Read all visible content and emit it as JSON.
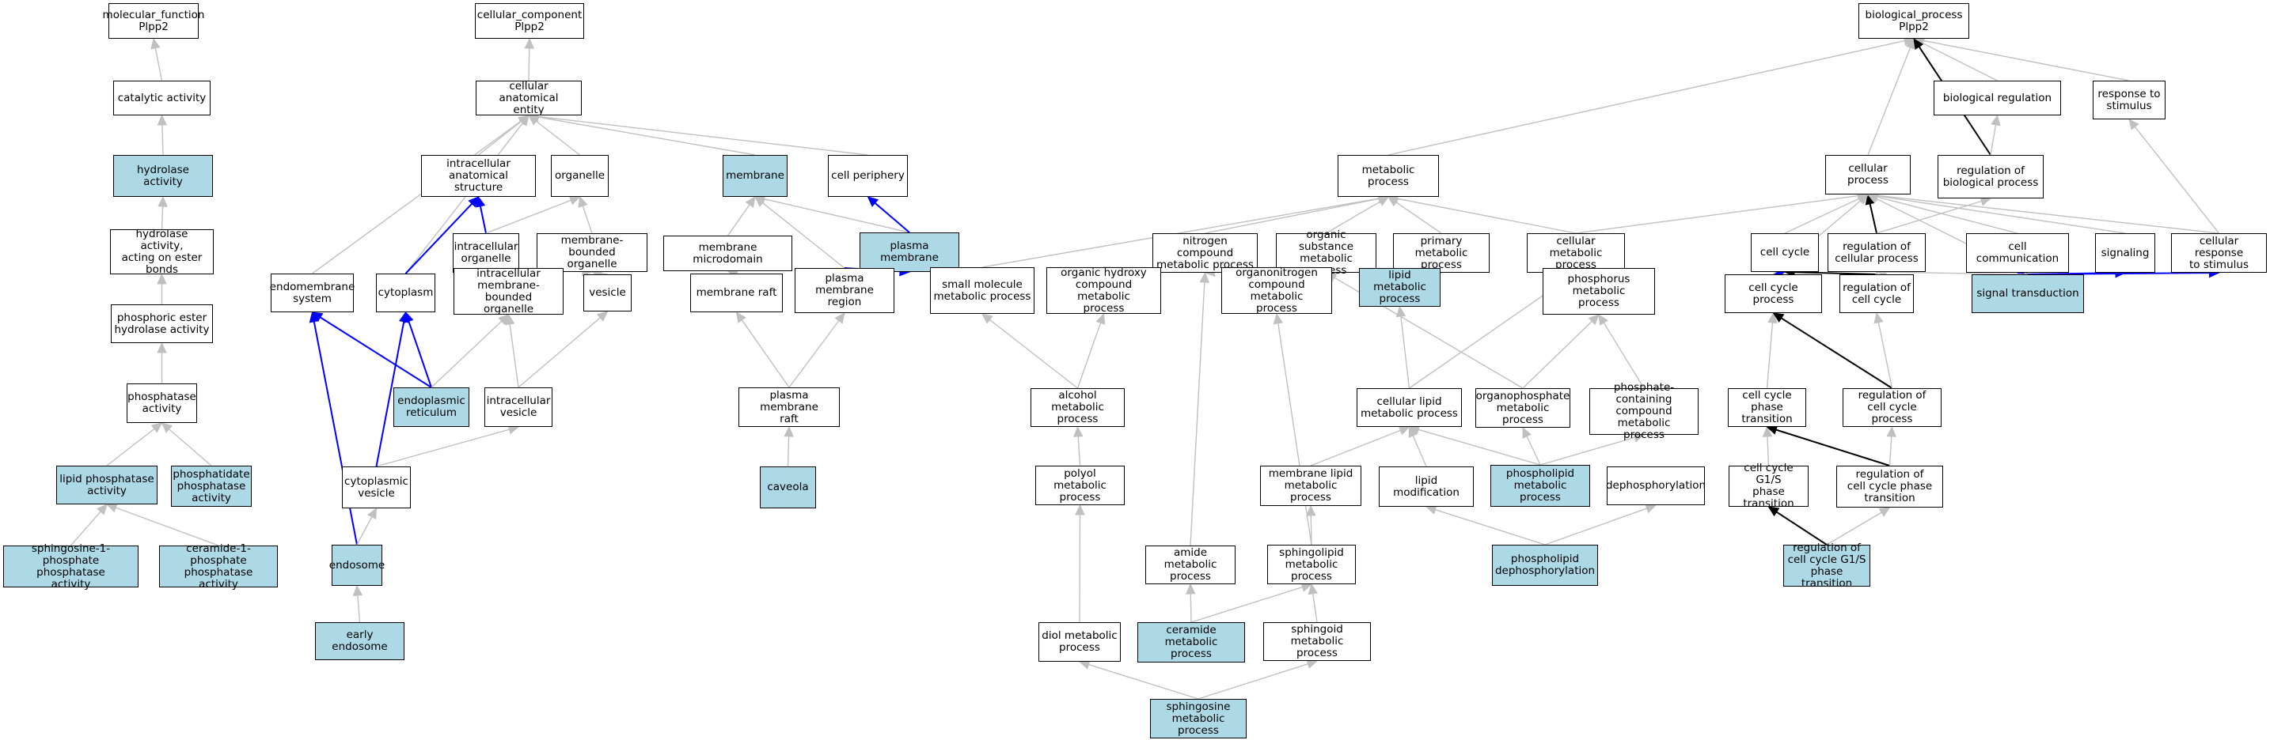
{
  "colors": {
    "highlight": "#add8e6",
    "plain": "#ffffff",
    "edge_grey": "#c0c0c0",
    "edge_blue": "#0000ff",
    "edge_black": "#000000"
  },
  "nodes": {
    "mf_root": {
      "label": "molecular_function\nPlpp2",
      "hl": false
    },
    "catalytic": {
      "label": "catalytic activity",
      "hl": false
    },
    "hydrolase": {
      "label": "hydrolase activity",
      "hl": true
    },
    "hydrolase_ester": {
      "label": "hydrolase activity,\nacting on ester\nbonds",
      "hl": false
    },
    "phosphoric_ester": {
      "label": "phosphoric ester\nhydrolase activity",
      "hl": false
    },
    "phosphatase": {
      "label": "phosphatase\nactivity",
      "hl": false
    },
    "lipid_phosphatase": {
      "label": "lipid phosphatase\nactivity",
      "hl": true
    },
    "phosphatidate_phosphatase": {
      "label": "phosphatidate\nphosphatase\nactivity",
      "hl": true
    },
    "s1p_phosphatase": {
      "label": "sphingosine-1-phosphate\nphosphatase\nactivity",
      "hl": true
    },
    "c1p_phosphatase": {
      "label": "ceramide-1-phosphate\nphosphatase\nactivity",
      "hl": true
    },
    "cc_root": {
      "label": "cellular_component\nPlpp2",
      "hl": false
    },
    "cell_anat": {
      "label": "cellular anatomical\nentity",
      "hl": false
    },
    "intracell_struct": {
      "label": "intracellular\nanatomical structure",
      "hl": false
    },
    "organelle": {
      "label": "organelle",
      "hl": false
    },
    "membrane": {
      "label": "membrane",
      "hl": true
    },
    "cell_periphery": {
      "label": "cell periphery",
      "hl": false
    },
    "intracell_organelle": {
      "label": "intracellular\norganelle",
      "hl": false
    },
    "membrane_bounded_org": {
      "label": "membrane-bounded\norganelle",
      "hl": false
    },
    "membrane_microdomain": {
      "label": "membrane microdomain",
      "hl": false
    },
    "plasma_membrane": {
      "label": "plasma membrane",
      "hl": true
    },
    "endomembrane": {
      "label": "endomembrane\nsystem",
      "hl": false
    },
    "cytoplasm": {
      "label": "cytoplasm",
      "hl": false
    },
    "intracell_mb_org": {
      "label": "intracellular\nmembrane-bounded\norganelle",
      "hl": false
    },
    "vesicle": {
      "label": "vesicle",
      "hl": false
    },
    "membrane_raft": {
      "label": "membrane raft",
      "hl": false
    },
    "pm_region": {
      "label": "plasma membrane\nregion",
      "hl": false
    },
    "er": {
      "label": "endoplasmic\nreticulum",
      "hl": true
    },
    "intracell_vesicle": {
      "label": "intracellular\nvesicle",
      "hl": false
    },
    "pm_raft": {
      "label": "plasma membrane\nraft",
      "hl": false
    },
    "cyto_vesicle": {
      "label": "cytoplasmic\nvesicle",
      "hl": false
    },
    "caveola": {
      "label": "caveola",
      "hl": true
    },
    "endosome": {
      "label": "endosome",
      "hl": true
    },
    "early_endosome": {
      "label": "early endosome",
      "hl": true
    },
    "bp_root": {
      "label": "biological_process\nPlpp2",
      "hl": false
    },
    "bio_reg": {
      "label": "biological regulation",
      "hl": false
    },
    "resp_stim": {
      "label": "response to\nstimulus",
      "hl": false
    },
    "metabolic": {
      "label": "metabolic process",
      "hl": false
    },
    "cellular_proc": {
      "label": "cellular process",
      "hl": false
    },
    "reg_bio": {
      "label": "regulation of\nbiological process",
      "hl": false
    },
    "nitrogen": {
      "label": "nitrogen compound\nmetabolic process",
      "hl": false
    },
    "organic_sub": {
      "label": "organic substance\nmetabolic process",
      "hl": false
    },
    "primary_met": {
      "label": "primary metabolic\nprocess",
      "hl": false
    },
    "cellular_met": {
      "label": "cellular metabolic\nprocess",
      "hl": false
    },
    "cell_cycle": {
      "label": "cell cycle",
      "hl": false
    },
    "reg_cellular": {
      "label": "regulation of\ncellular process",
      "hl": false
    },
    "cell_comm": {
      "label": "cell communication",
      "hl": false
    },
    "signaling": {
      "label": "signaling",
      "hl": false
    },
    "cell_resp": {
      "label": "cellular response\nto stimulus",
      "hl": false
    },
    "small_mol": {
      "label": "small molecule\nmetabolic process",
      "hl": false
    },
    "organic_hydroxy": {
      "label": "organic hydroxy\ncompound metabolic\nprocess",
      "hl": false
    },
    "organonitrogen": {
      "label": "organonitrogen\ncompound metabolic\nprocess",
      "hl": false
    },
    "lipid_met": {
      "label": "lipid metabolic\nprocess",
      "hl": true
    },
    "phosphorus_met": {
      "label": "phosphorus metabolic\nprocess",
      "hl": false
    },
    "cell_cycle_proc": {
      "label": "cell cycle process",
      "hl": false
    },
    "reg_cell_cycle": {
      "label": "regulation of\ncell cycle",
      "hl": false
    },
    "signal_trans": {
      "label": "signal transduction",
      "hl": true
    },
    "alcohol_met": {
      "label": "alcohol metabolic\nprocess",
      "hl": false
    },
    "cell_lipid": {
      "label": "cellular lipid\nmetabolic process",
      "hl": false
    },
    "organophosphate": {
      "label": "organophosphate\nmetabolic process",
      "hl": false
    },
    "phosphate_cont": {
      "label": "phosphate-containing\ncompound metabolic\nprocess",
      "hl": false
    },
    "cc_phase_trans": {
      "label": "cell cycle phase\ntransition",
      "hl": false
    },
    "reg_cc_proc": {
      "label": "regulation of\ncell cycle process",
      "hl": false
    },
    "polyol_met": {
      "label": "polyol metabolic\nprocess",
      "hl": false
    },
    "memb_lipid": {
      "label": "membrane lipid\nmetabolic process",
      "hl": false
    },
    "lipid_mod": {
      "label": "lipid modification",
      "hl": false
    },
    "phospholipid_met": {
      "label": "phospholipid\nmetabolic process",
      "hl": true
    },
    "dephos": {
      "label": "dephosphorylation",
      "hl": false
    },
    "g1s_trans": {
      "label": "cell cycle G1/S\nphase transition",
      "hl": false
    },
    "reg_cc_phase": {
      "label": "regulation of\ncell cycle phase\ntransition",
      "hl": false
    },
    "amide_met": {
      "label": "amide metabolic\nprocess",
      "hl": false
    },
    "sphingolipid": {
      "label": "sphingolipid\nmetabolic process",
      "hl": false
    },
    "phospholipid_dephos": {
      "label": "phospholipid\ndephosphorylation",
      "hl": true
    },
    "reg_g1s": {
      "label": "regulation of\ncell cycle G1/S\nphase transition",
      "hl": true
    },
    "diol_met": {
      "label": "diol metabolic\nprocess",
      "hl": false
    },
    "ceramide_met": {
      "label": "ceramide metabolic\nprocess",
      "hl": true
    },
    "sphingoid_met": {
      "label": "sphingoid metabolic\nprocess",
      "hl": false
    },
    "sphingosine_met": {
      "label": "sphingosine\nmetabolic process",
      "hl": true
    }
  },
  "edges": [
    [
      "catalytic",
      "mf_root",
      "grey"
    ],
    [
      "hydrolase",
      "catalytic",
      "grey"
    ],
    [
      "hydrolase_ester",
      "hydrolase",
      "grey"
    ],
    [
      "phosphoric_ester",
      "hydrolase_ester",
      "grey"
    ],
    [
      "phosphatase",
      "phosphoric_ester",
      "grey"
    ],
    [
      "lipid_phosphatase",
      "phosphatase",
      "grey"
    ],
    [
      "phosphatidate_phosphatase",
      "phosphatase",
      "grey"
    ],
    [
      "s1p_phosphatase",
      "lipid_phosphatase",
      "grey"
    ],
    [
      "c1p_phosphatase",
      "lipid_phosphatase",
      "grey"
    ],
    [
      "cell_anat",
      "cc_root",
      "grey"
    ],
    [
      "intracell_struct",
      "cell_anat",
      "grey"
    ],
    [
      "organelle",
      "cell_anat",
      "grey"
    ],
    [
      "membrane",
      "cell_anat",
      "grey"
    ],
    [
      "cell_periphery",
      "cell_anat",
      "grey"
    ],
    [
      "endomembrane",
      "cell_anat",
      "grey"
    ],
    [
      "cytoplasm",
      "cell_anat",
      "grey"
    ],
    [
      "intracell_organelle",
      "intracell_struct",
      "blue"
    ],
    [
      "intracell_organelle",
      "organelle",
      "grey"
    ],
    [
      "membrane_bounded_org",
      "organelle",
      "grey"
    ],
    [
      "cytoplasm",
      "intracell_struct",
      "blue"
    ],
    [
      "membrane_microdomain",
      "membrane",
      "grey"
    ],
    [
      "plasma_membrane",
      "membrane",
      "grey"
    ],
    [
      "plasma_membrane",
      "cell_periphery",
      "blue"
    ],
    [
      "intracell_mb_org",
      "intracell_organelle",
      "grey"
    ],
    [
      "intracell_mb_org",
      "membrane_bounded_org",
      "grey"
    ],
    [
      "vesicle",
      "membrane_bounded_org",
      "grey"
    ],
    [
      "membrane_raft",
      "membrane_microdomain",
      "grey"
    ],
    [
      "pm_region",
      "membrane",
      "grey"
    ],
    [
      "pm_region",
      "plasma_membrane",
      "blue"
    ],
    [
      "er",
      "endomembrane",
      "blue"
    ],
    [
      "er",
      "cytoplasm",
      "blue"
    ],
    [
      "er",
      "intracell_mb_org",
      "grey"
    ],
    [
      "intracell_vesicle",
      "intracell_mb_org",
      "grey"
    ],
    [
      "intracell_vesicle",
      "vesicle",
      "grey"
    ],
    [
      "pm_raft",
      "membrane_raft",
      "grey"
    ],
    [
      "pm_raft",
      "pm_region",
      "grey"
    ],
    [
      "cyto_vesicle",
      "intracell_vesicle",
      "grey"
    ],
    [
      "cyto_vesicle",
      "cytoplasm",
      "blue"
    ],
    [
      "caveola",
      "pm_raft",
      "grey"
    ],
    [
      "endosome",
      "endomembrane",
      "blue"
    ],
    [
      "endosome",
      "cyto_vesicle",
      "grey"
    ],
    [
      "early_endosome",
      "endosome",
      "grey"
    ],
    [
      "metabolic",
      "bp_root",
      "grey"
    ],
    [
      "cellular_proc",
      "bp_root",
      "grey"
    ],
    [
      "bio_reg",
      "bp_root",
      "grey"
    ],
    [
      "resp_stim",
      "bp_root",
      "grey"
    ],
    [
      "reg_bio",
      "bp_root",
      "black"
    ],
    [
      "reg_bio",
      "bio_reg",
      "grey"
    ],
    [
      "nitrogen",
      "metabolic",
      "grey"
    ],
    [
      "organic_sub",
      "metabolic",
      "grey"
    ],
    [
      "primary_met",
      "metabolic",
      "grey"
    ],
    [
      "cellular_met",
      "metabolic",
      "grey"
    ],
    [
      "cellular_met",
      "cellular_proc",
      "grey"
    ],
    [
      "cell_cycle",
      "cellular_proc",
      "grey"
    ],
    [
      "reg_cellular",
      "cellular_proc",
      "black"
    ],
    [
      "reg_cellular",
      "reg_bio",
      "grey"
    ],
    [
      "cell_comm",
      "cellular_proc",
      "grey"
    ],
    [
      "signaling",
      "cellular_proc",
      "grey"
    ],
    [
      "cell_resp",
      "cellular_proc",
      "grey"
    ],
    [
      "cell_resp",
      "resp_stim",
      "grey"
    ],
    [
      "small_mol",
      "metabolic",
      "grey"
    ],
    [
      "organic_hydroxy",
      "organic_sub",
      "grey"
    ],
    [
      "organonitrogen",
      "nitrogen",
      "grey"
    ],
    [
      "organonitrogen",
      "organic_sub",
      "grey"
    ],
    [
      "lipid_met",
      "organic_sub",
      "grey"
    ],
    [
      "lipid_met",
      "primary_met",
      "grey"
    ],
    [
      "phosphorus_met",
      "cellular_met",
      "grey"
    ],
    [
      "cell_cycle_proc",
      "cell_cycle",
      "blue"
    ],
    [
      "cell_cycle_proc",
      "cellular_proc",
      "grey"
    ],
    [
      "reg_cell_cycle",
      "cell_cycle",
      "black"
    ],
    [
      "reg_cell_cycle",
      "reg_cellular",
      "grey"
    ],
    [
      "signal_trans",
      "cell_comm",
      "blue"
    ],
    [
      "signal_trans",
      "signaling",
      "blue"
    ],
    [
      "signal_trans",
      "cell_resp",
      "blue"
    ],
    [
      "signal_trans",
      "reg_cellular",
      "grey"
    ],
    [
      "signal_trans",
      "cellular_proc",
      "grey"
    ],
    [
      "alcohol_met",
      "small_mol",
      "grey"
    ],
    [
      "alcohol_met",
      "organic_hydroxy",
      "grey"
    ],
    [
      "cell_lipid",
      "lipid_met",
      "grey"
    ],
    [
      "cell_lipid",
      "cellular_met",
      "grey"
    ],
    [
      "organophosphate",
      "phosphorus_met",
      "grey"
    ],
    [
      "organophosphate",
      "organic_sub",
      "grey"
    ],
    [
      "phosphate_cont",
      "phosphorus_met",
      "grey"
    ],
    [
      "cc_phase_trans",
      "cell_cycle_proc",
      "grey"
    ],
    [
      "reg_cc_proc",
      "cell_cycle_proc",
      "black"
    ],
    [
      "reg_cc_proc",
      "reg_cell_cycle",
      "grey"
    ],
    [
      "polyol_met",
      "alcohol_met",
      "grey"
    ],
    [
      "memb_lipid",
      "cell_lipid",
      "grey"
    ],
    [
      "lipid_mod",
      "cell_lipid",
      "grey"
    ],
    [
      "phospholipid_met",
      "cell_lipid",
      "grey"
    ],
    [
      "phospholipid_met",
      "organophosphate",
      "grey"
    ],
    [
      "phospholipid_met",
      "phosphate_cont",
      "grey"
    ],
    [
      "g1s_trans",
      "cc_phase_trans",
      "grey"
    ],
    [
      "reg_cc_phase",
      "cc_phase_trans",
      "black"
    ],
    [
      "reg_cc_phase",
      "reg_cc_proc",
      "grey"
    ],
    [
      "amide_met",
      "nitrogen",
      "grey"
    ],
    [
      "sphingolipid",
      "memb_lipid",
      "grey"
    ],
    [
      "sphingolipid",
      "organonitrogen",
      "grey"
    ],
    [
      "phospholipid_dephos",
      "lipid_mod",
      "grey"
    ],
    [
      "phospholipid_dephos",
      "dephos",
      "grey"
    ],
    [
      "reg_g1s",
      "g1s_trans",
      "black"
    ],
    [
      "reg_g1s",
      "reg_cc_phase",
      "grey"
    ],
    [
      "diol_met",
      "polyol_met",
      "grey"
    ],
    [
      "ceramide_met",
      "amide_met",
      "grey"
    ],
    [
      "ceramide_met",
      "sphingolipid",
      "grey"
    ],
    [
      "sphingoid_met",
      "sphingolipid",
      "grey"
    ],
    [
      "sphingosine_met",
      "diol_met",
      "grey"
    ],
    [
      "sphingosine_met",
      "sphingoid_met",
      "grey"
    ]
  ]
}
